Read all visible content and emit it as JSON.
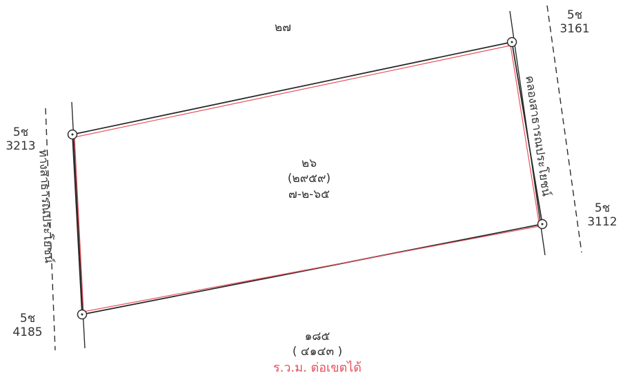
{
  "parcel": {
    "number": "๒๖",
    "survey_no": "(๒๙๕๙)",
    "area": "๗-๒-๖๕"
  },
  "north": {
    "label": "๒๗"
  },
  "south": {
    "label": "๑๘๕",
    "survey_no": "( ๔๑๔๓ )",
    "note": "ร.ว.ม. ต่อเขตได้"
  },
  "west_boundary": {
    "label": "ทางสาธารณประโยชน์"
  },
  "east_boundary": {
    "label": "คลองสาธารณประโยชน์"
  },
  "markers": [
    {
      "line1": "5ช",
      "line2": "3161"
    },
    {
      "line1": "5ช",
      "line2": "3213"
    },
    {
      "line1": "5ช",
      "line2": "3112"
    },
    {
      "line1": "5ช",
      "line2": "4185"
    }
  ],
  "colors": {
    "boundary_black": "#2b2b2b",
    "boundary_red": "#e8505b",
    "text": "#333333"
  }
}
